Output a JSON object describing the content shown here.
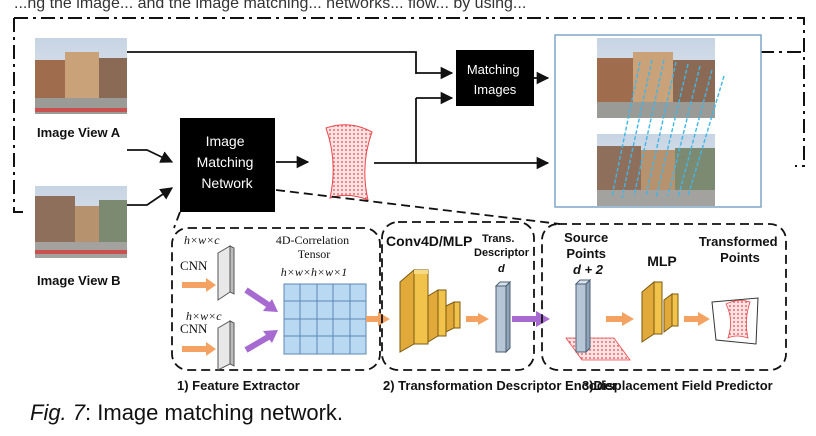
{
  "top_text": "...ng the image... and the image matching... networks... flow... by using...",
  "labels": {
    "view_a": "Image View A",
    "view_b": "Image View B",
    "network": [
      "Image",
      "Matching",
      "Network"
    ],
    "matching_images": [
      "Matching",
      "Images"
    ]
  },
  "feature_extractor": {
    "dim_top": "h×w×c",
    "dim_bottom": "h×w×c",
    "cnn_top": "CNN",
    "cnn_bottom": "CNN",
    "tensor_title": [
      "4D-Correlation",
      "Tensor"
    ],
    "tensor_dim": "h×w×h×w×1",
    "label": "1) Feature Extractor"
  },
  "descriptor_encoder": {
    "title": "Conv4D/MLP",
    "trans_desc": [
      "Trans.",
      "Descriptor",
      "d"
    ],
    "label": "2) Transformation Descriptor Encoder"
  },
  "displacement_predictor": {
    "source": [
      "Source",
      "Points",
      "d + 2"
    ],
    "mlp": "MLP",
    "transformed": [
      "Transformed",
      "Points"
    ],
    "label": "3)Displacement Field Predictor"
  },
  "caption": {
    "fig": "Fig. 7",
    "text": ": Image matching network."
  },
  "colors": {
    "orange_arrow": "#f4a261",
    "purple_arrow": "#a66ad1",
    "yellow_block": "#f2c34a",
    "tensor_blue": "#b9d8f2",
    "match_line": "#3fb6e8",
    "mesh_red": "#e5484d"
  }
}
